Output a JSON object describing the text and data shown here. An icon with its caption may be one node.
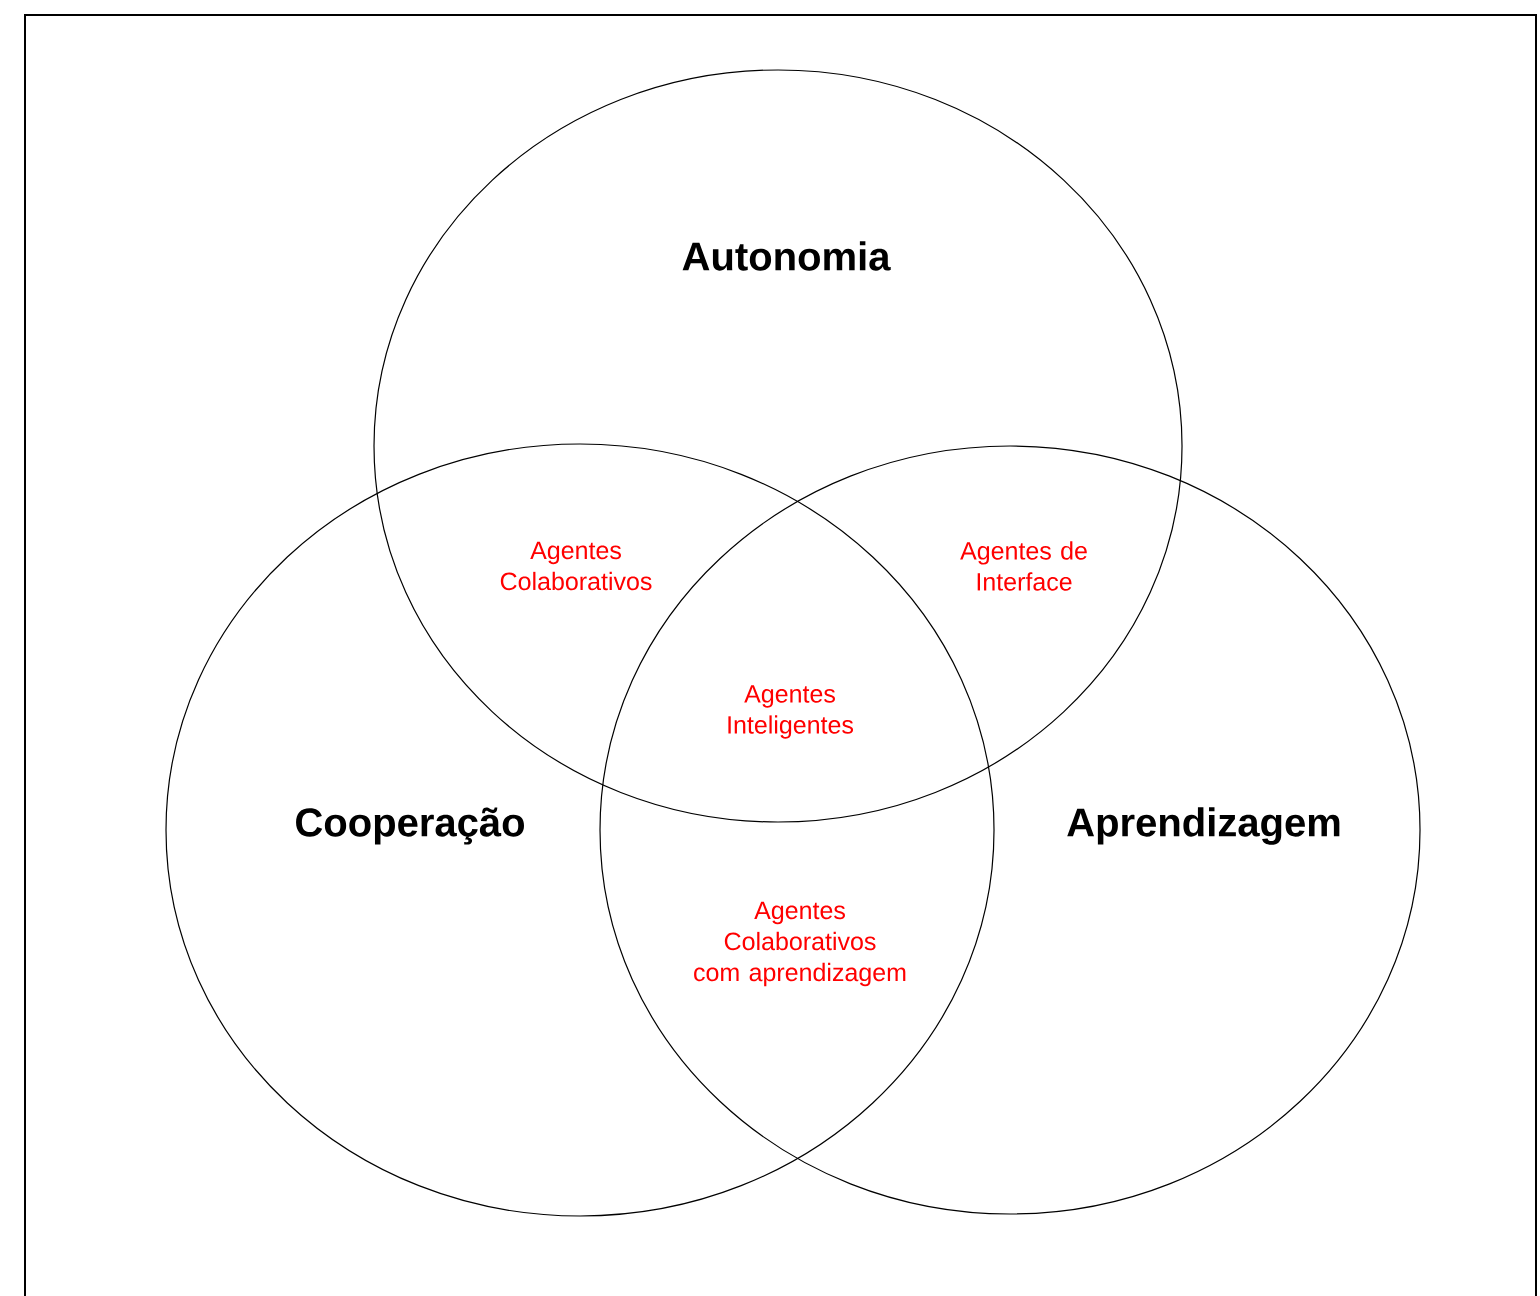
{
  "diagram": {
    "nodes": [
      {
        "text": [
          "Autonomia"
        ]
      },
      {
        "text": [
          "Cooperação"
        ]
      },
      {
        "text": [
          "Aprendizagem"
        ]
      }
    ],
    "labels": [
      "Agentes Colaborativos",
      "Agentes de Interface",
      "Agentes Inteligentes",
      "Agentes Colaborativos com aprendizagem"
    ]
  }
}
